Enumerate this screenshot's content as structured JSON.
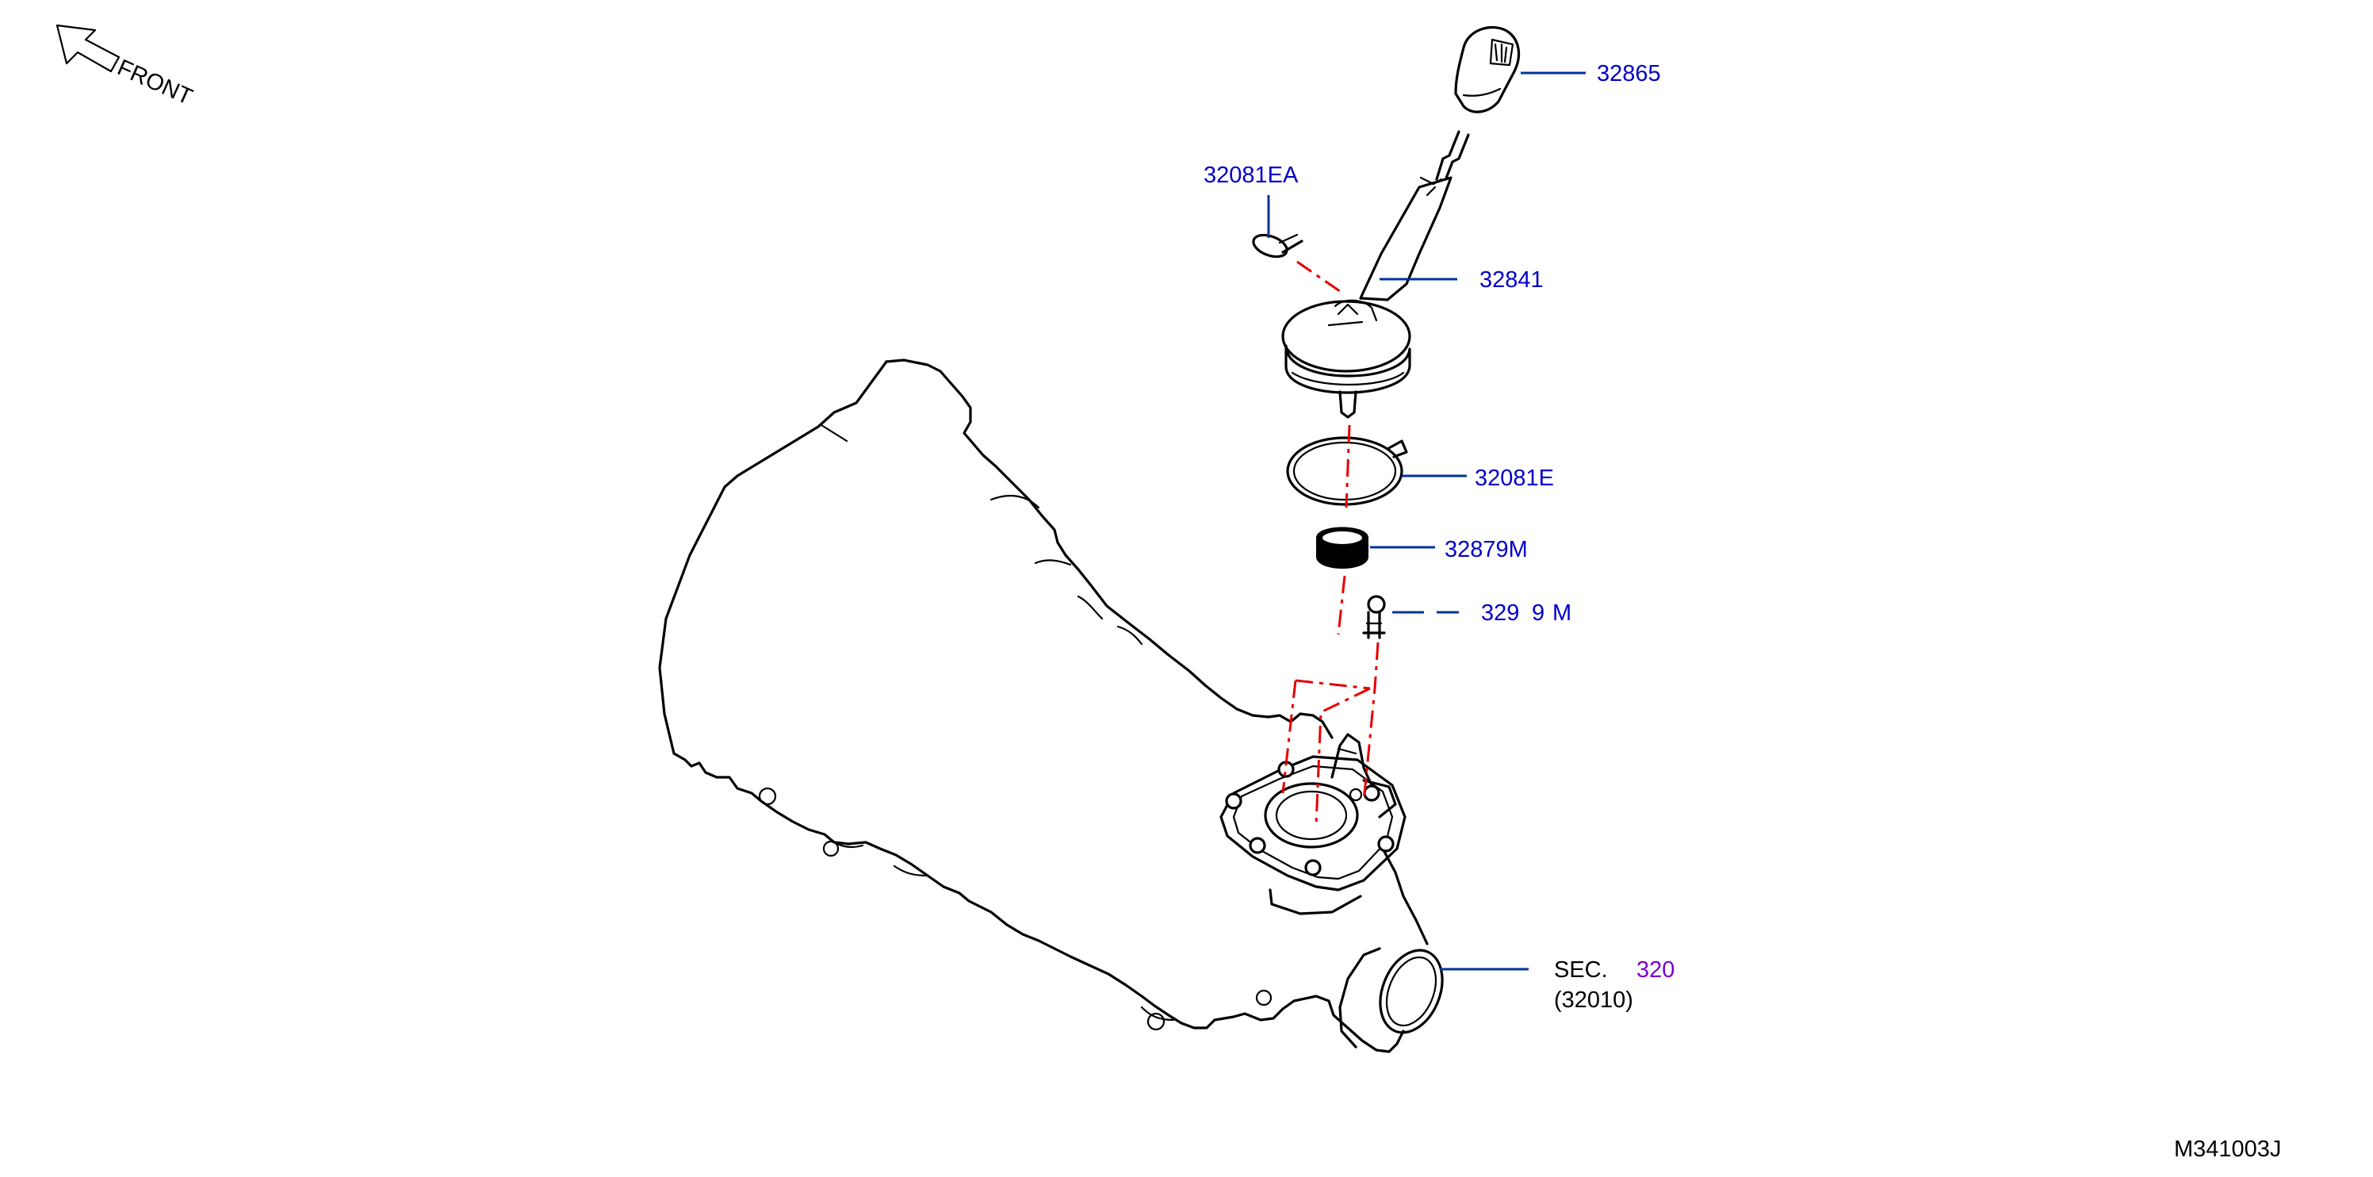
{
  "front_label": "FRONT",
  "parts": {
    "knob": "32865",
    "clip": "32081EA",
    "lever": "32841",
    "boot_band": "32081E",
    "bushing": "32879M",
    "pin": "329",
    "pin_suffix": "9",
    "pin_suffix2": "M"
  },
  "section_ref": {
    "prefix": "SEC.",
    "number": "320",
    "sub": "(32010)"
  },
  "diagram_code": "M341003J",
  "colors": {
    "label_blue": "#0000cc",
    "leader_blue": "#003399",
    "centerline_red": "#e60000",
    "section_violet": "#7a00cc"
  }
}
